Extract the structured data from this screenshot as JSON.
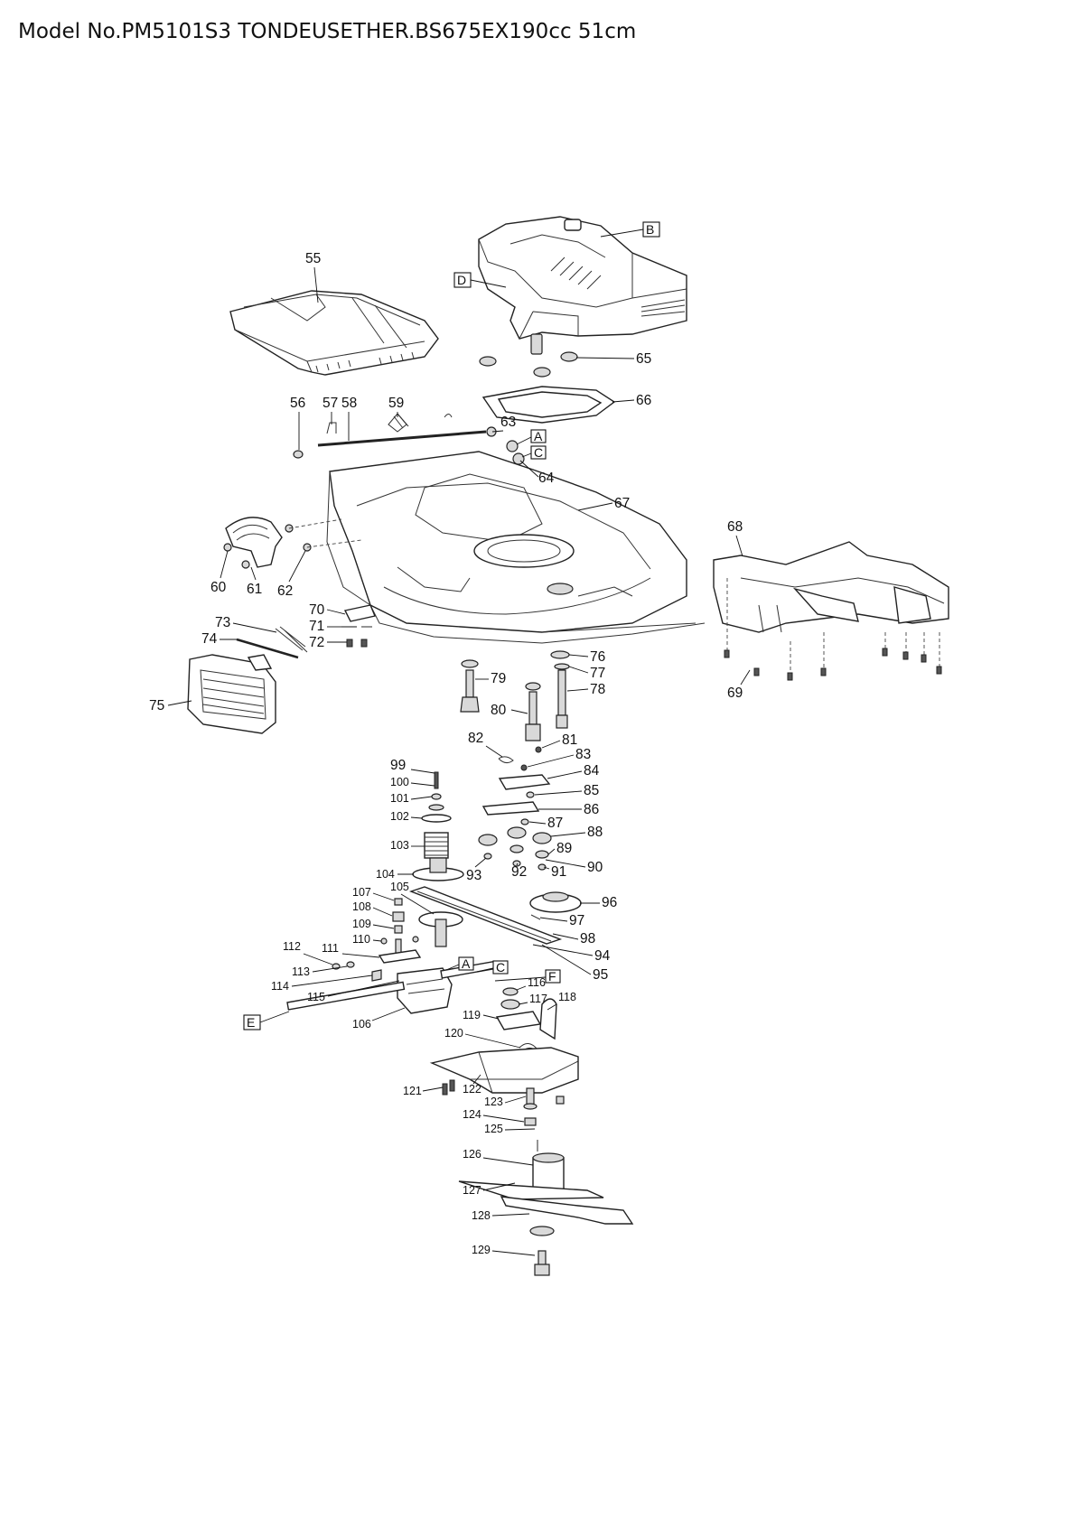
{
  "header": {
    "title": "Model No.PM5101S3 TONDEUSETHER.BS675EX190cc 51cm"
  },
  "callouts": [
    {
      "id": "55",
      "text": "55"
    },
    {
      "id": "56",
      "text": "56"
    },
    {
      "id": "57",
      "text": "57"
    },
    {
      "id": "58",
      "text": "58"
    },
    {
      "id": "59",
      "text": "59"
    },
    {
      "id": "60",
      "text": "60"
    },
    {
      "id": "61",
      "text": "61"
    },
    {
      "id": "62",
      "text": "62"
    },
    {
      "id": "63",
      "text": "63"
    },
    {
      "id": "64",
      "text": "64"
    },
    {
      "id": "65",
      "text": "65"
    },
    {
      "id": "66",
      "text": "66"
    },
    {
      "id": "67",
      "text": "67"
    },
    {
      "id": "68",
      "text": "68"
    },
    {
      "id": "69",
      "text": "69"
    },
    {
      "id": "70",
      "text": "70"
    },
    {
      "id": "71",
      "text": "71"
    },
    {
      "id": "72",
      "text": "72"
    },
    {
      "id": "73",
      "text": "73"
    },
    {
      "id": "74",
      "text": "74"
    },
    {
      "id": "75",
      "text": "75"
    },
    {
      "id": "76",
      "text": "76"
    },
    {
      "id": "77",
      "text": "77"
    },
    {
      "id": "78",
      "text": "78"
    },
    {
      "id": "79",
      "text": "79"
    },
    {
      "id": "80",
      "text": "80"
    },
    {
      "id": "81",
      "text": "81"
    },
    {
      "id": "82",
      "text": "82"
    },
    {
      "id": "83",
      "text": "83"
    },
    {
      "id": "84",
      "text": "84"
    },
    {
      "id": "85",
      "text": "85"
    },
    {
      "id": "86",
      "text": "86"
    },
    {
      "id": "87",
      "text": "87"
    },
    {
      "id": "88",
      "text": "88"
    },
    {
      "id": "89",
      "text": "89"
    },
    {
      "id": "90",
      "text": "90"
    },
    {
      "id": "91",
      "text": "91"
    },
    {
      "id": "92",
      "text": "92"
    },
    {
      "id": "93",
      "text": "93"
    },
    {
      "id": "94",
      "text": "94"
    },
    {
      "id": "95",
      "text": "95"
    },
    {
      "id": "96",
      "text": "96"
    },
    {
      "id": "97",
      "text": "97"
    },
    {
      "id": "98",
      "text": "98"
    },
    {
      "id": "99",
      "text": "99"
    },
    {
      "id": "100",
      "text": "100"
    },
    {
      "id": "101",
      "text": "101"
    },
    {
      "id": "102",
      "text": "102"
    },
    {
      "id": "103",
      "text": "103"
    },
    {
      "id": "104",
      "text": "104"
    },
    {
      "id": "105",
      "text": "105"
    },
    {
      "id": "106",
      "text": "106"
    },
    {
      "id": "107",
      "text": "107"
    },
    {
      "id": "108",
      "text": "108"
    },
    {
      "id": "109",
      "text": "109"
    },
    {
      "id": "110",
      "text": "110"
    },
    {
      "id": "111",
      "text": "111"
    },
    {
      "id": "112",
      "text": "112"
    },
    {
      "id": "113",
      "text": "113"
    },
    {
      "id": "114",
      "text": "114"
    },
    {
      "id": "115",
      "text": "115"
    },
    {
      "id": "116",
      "text": "116"
    },
    {
      "id": "117",
      "text": "117"
    },
    {
      "id": "118",
      "text": "118"
    },
    {
      "id": "119",
      "text": "119"
    },
    {
      "id": "120",
      "text": "120"
    },
    {
      "id": "121",
      "text": "121"
    },
    {
      "id": "122",
      "text": "122"
    },
    {
      "id": "123",
      "text": "123"
    },
    {
      "id": "124",
      "text": "124"
    },
    {
      "id": "125",
      "text": "125"
    },
    {
      "id": "126",
      "text": "126"
    },
    {
      "id": "127",
      "text": "127"
    },
    {
      "id": "128",
      "text": "128"
    },
    {
      "id": "129",
      "text": "129"
    }
  ],
  "letter_boxes": [
    {
      "id": "B",
      "text": "B"
    },
    {
      "id": "D",
      "text": "D"
    },
    {
      "id": "A1",
      "text": "A"
    },
    {
      "id": "C1",
      "text": "C"
    },
    {
      "id": "A2",
      "text": "A"
    },
    {
      "id": "C2",
      "text": "C"
    },
    {
      "id": "F",
      "text": "F"
    },
    {
      "id": "E",
      "text": "E"
    }
  ]
}
